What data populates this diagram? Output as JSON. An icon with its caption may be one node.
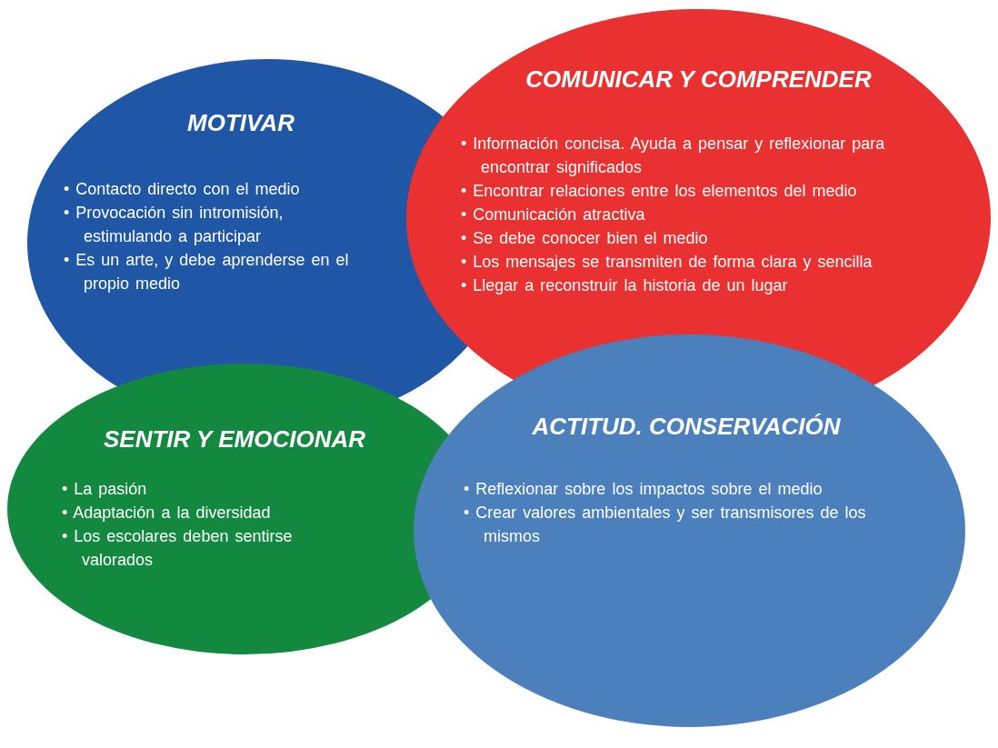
{
  "diagram": {
    "nodes": [
      {
        "text": [
          "MOTIVAR",
          "• Contacto directo con el medio",
          "• Provocación sin intromisión, estimulando a participar",
          "• Es un arte, y debe aprenderse en el propio medio"
        ]
      },
      {
        "text": [
          "COMUNICAR Y COMPRENDER",
          "• Información concisa. Ayuda a pensar y reflexionar para encontrar significados",
          "• Encontrar relaciones entre los elementos del medio",
          "• Comunicación atractiva",
          "• Se debe conocer bien el medio",
          "• Los mensajes se transmiten de forma clara y sencilla",
          "• Llegar a reconstruir la historia de un lugar"
        ]
      },
      {
        "text": [
          "SENTIR Y EMOCIONAR",
          "• La pasión",
          "• Adaptación a la diversidad",
          "• Los escolares deben sentirse valorados"
        ]
      },
      {
        "text": [
          "ACTITUD. CONSERVACIÓN",
          "• Reflexionar sobre los impactos sobre el medio",
          "• Crear valores ambientales y ser transmisores de los mismos"
        ]
      }
    ]
  }
}
